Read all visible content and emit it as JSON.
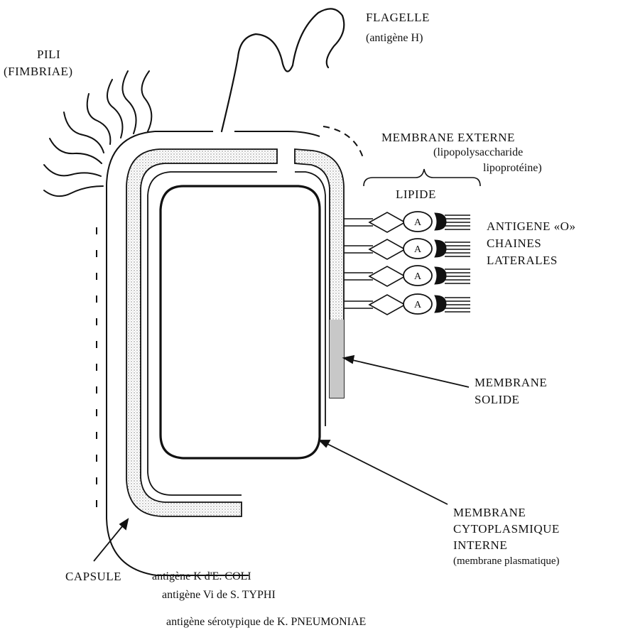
{
  "labels": {
    "flagelle": "FLAGELLE",
    "flagelle_sub": "(antigène H)",
    "pili": "PILI",
    "pili_sub": "(FIMBRIAE)",
    "membrane_externe": "MEMBRANE EXTERNE",
    "membrane_externe_sub1": "(lipopolysaccharide",
    "membrane_externe_sub2": "lipoprotéine)",
    "lipide": "LIPIDE",
    "antigene_o_1": "ANTIGENE «O»",
    "antigene_o_2": "CHAINES",
    "antigene_o_3": "LATERALES",
    "membrane_solide_1": "MEMBRANE",
    "membrane_solide_2": "SOLIDE",
    "cyto_1": "MEMBRANE",
    "cyto_2": "CYTOPLASMIQUE",
    "cyto_3": "INTERNE",
    "cyto_4": "(membrane plasmatique)",
    "capsule": "CAPSULE",
    "capsule_line1": "antigène K d'E. COLI",
    "capsule_line2": "antigène Vi de S. TYPHI",
    "capsule_line3": "antigène sérotypique de K. PNEUMONIAE",
    "lps_unit_letter": "A"
  },
  "colors": {
    "ink": "#111111",
    "stipple": "#cfcfcf",
    "background": "#ffffff"
  },
  "lps_unit_count": 4
}
